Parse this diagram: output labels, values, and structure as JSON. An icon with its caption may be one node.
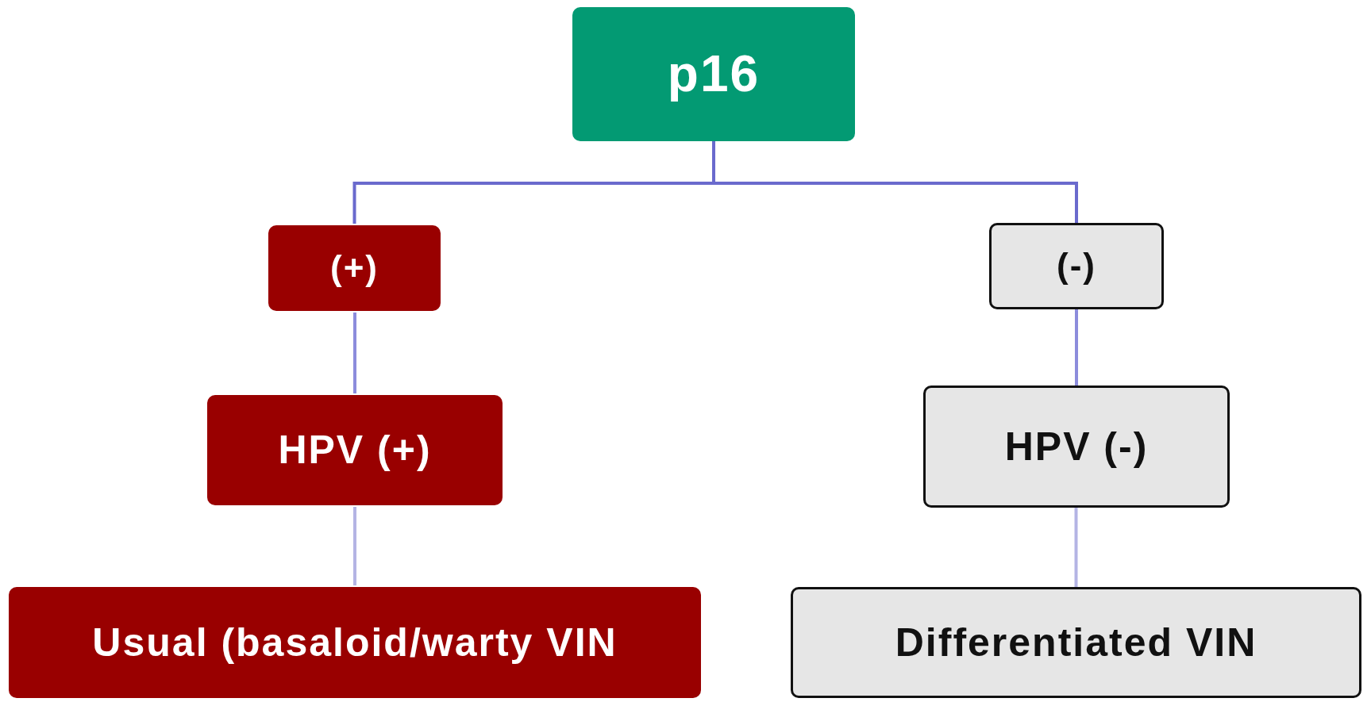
{
  "diagram": {
    "nodes": [
      {
        "text": [
          "p16"
        ]
      },
      {
        "text": [
          "(+)"
        ]
      },
      {
        "text": [
          "(-)"
        ]
      },
      {
        "text": [
          "HPV (+)"
        ]
      },
      {
        "text": [
          "HPV (-)"
        ]
      },
      {
        "text": [
          "Usual (basaloid/warty VIN"
        ]
      },
      {
        "text": [
          "Differentiated VIN"
        ]
      }
    ],
    "edges": [
      {
        "from": 0,
        "to": 1,
        "arrow": "none",
        "color": "#6a6acd"
      },
      {
        "from": 0,
        "to": 2,
        "arrow": "none",
        "color": "#6a6acd"
      },
      {
        "from": 1,
        "to": 3,
        "arrow": "none",
        "color": "#8c8cdc"
      },
      {
        "from": 2,
        "to": 4,
        "arrow": "none",
        "color": "#8c8cdc"
      },
      {
        "from": 3,
        "to": 5,
        "arrow": "none",
        "color": "#b4b4e4"
      },
      {
        "from": 4,
        "to": 6,
        "arrow": "none",
        "color": "#b4b4e4"
      }
    ]
  }
}
